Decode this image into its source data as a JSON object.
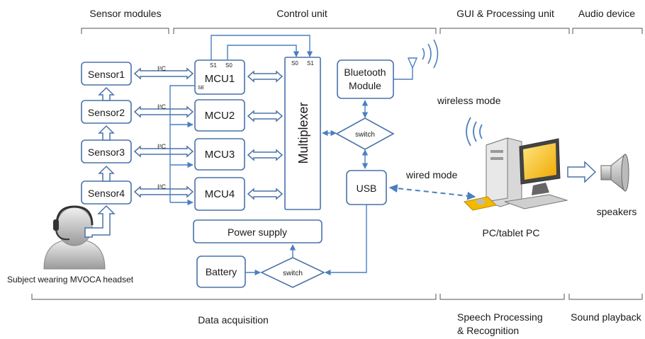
{
  "headers": {
    "sensor_modules": "Sensor modules",
    "control_unit": "Control unit",
    "gui_processing": "GUI & Processing unit",
    "audio_device": "Audio device"
  },
  "footers": {
    "data_acquisition": "Data acquisition",
    "speech_line1": "Speech Processing",
    "speech_line2": "& Recognition",
    "sound_playback": "Sound playback"
  },
  "sensors": [
    "Sensor1",
    "Sensor2",
    "Sensor3",
    "Sensor4"
  ],
  "i2c_label": "I²C",
  "mcus": [
    "MCU1",
    "MCU2",
    "MCU3",
    "MCU4"
  ],
  "mcu1_pins": {
    "s1": "S1",
    "s0": "S0",
    "se": "SE"
  },
  "multiplexer": {
    "label": "Multiplexer",
    "s0": "S0",
    "s1": "S1"
  },
  "bluetooth": {
    "line1": "Bluetooth",
    "line2": "Module"
  },
  "switch_label": "switch",
  "usb": "USB",
  "power_supply": "Power supply",
  "battery": "Battery",
  "wireless_mode": "wireless mode",
  "wired_mode": "wired mode",
  "pc_label": "PC/tablet PC",
  "speakers_label": "speakers",
  "subject_label": "Subject wearing MVOCA headset",
  "colors": {
    "box_stroke": "#4a72a8",
    "wire": "#4a7fc0",
    "screen": "#f5b800"
  }
}
